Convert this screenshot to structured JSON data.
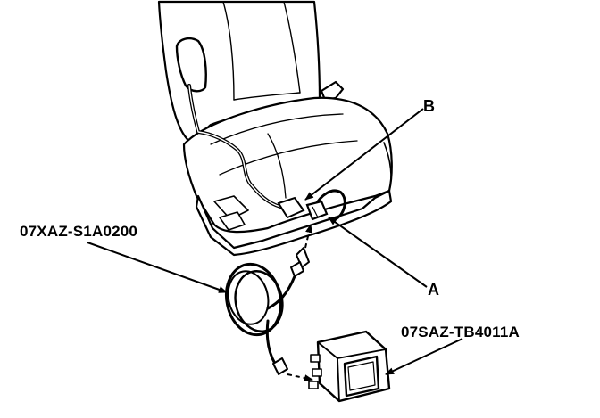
{
  "callouts": {
    "b": "B",
    "a": "A",
    "harness_part": "07XAZ-S1A0200",
    "unit_part": "07SAZ-TB4011A"
  },
  "colors": {
    "line": "#000000",
    "background": "#ffffff",
    "fill": "#ffffff"
  },
  "icons": {
    "seat": "car-seat-illustration",
    "harness": "coiled-wire-harness",
    "unit": "control-unit-box",
    "connector_a": "seat-connector",
    "connector_b": "harness-connector"
  }
}
